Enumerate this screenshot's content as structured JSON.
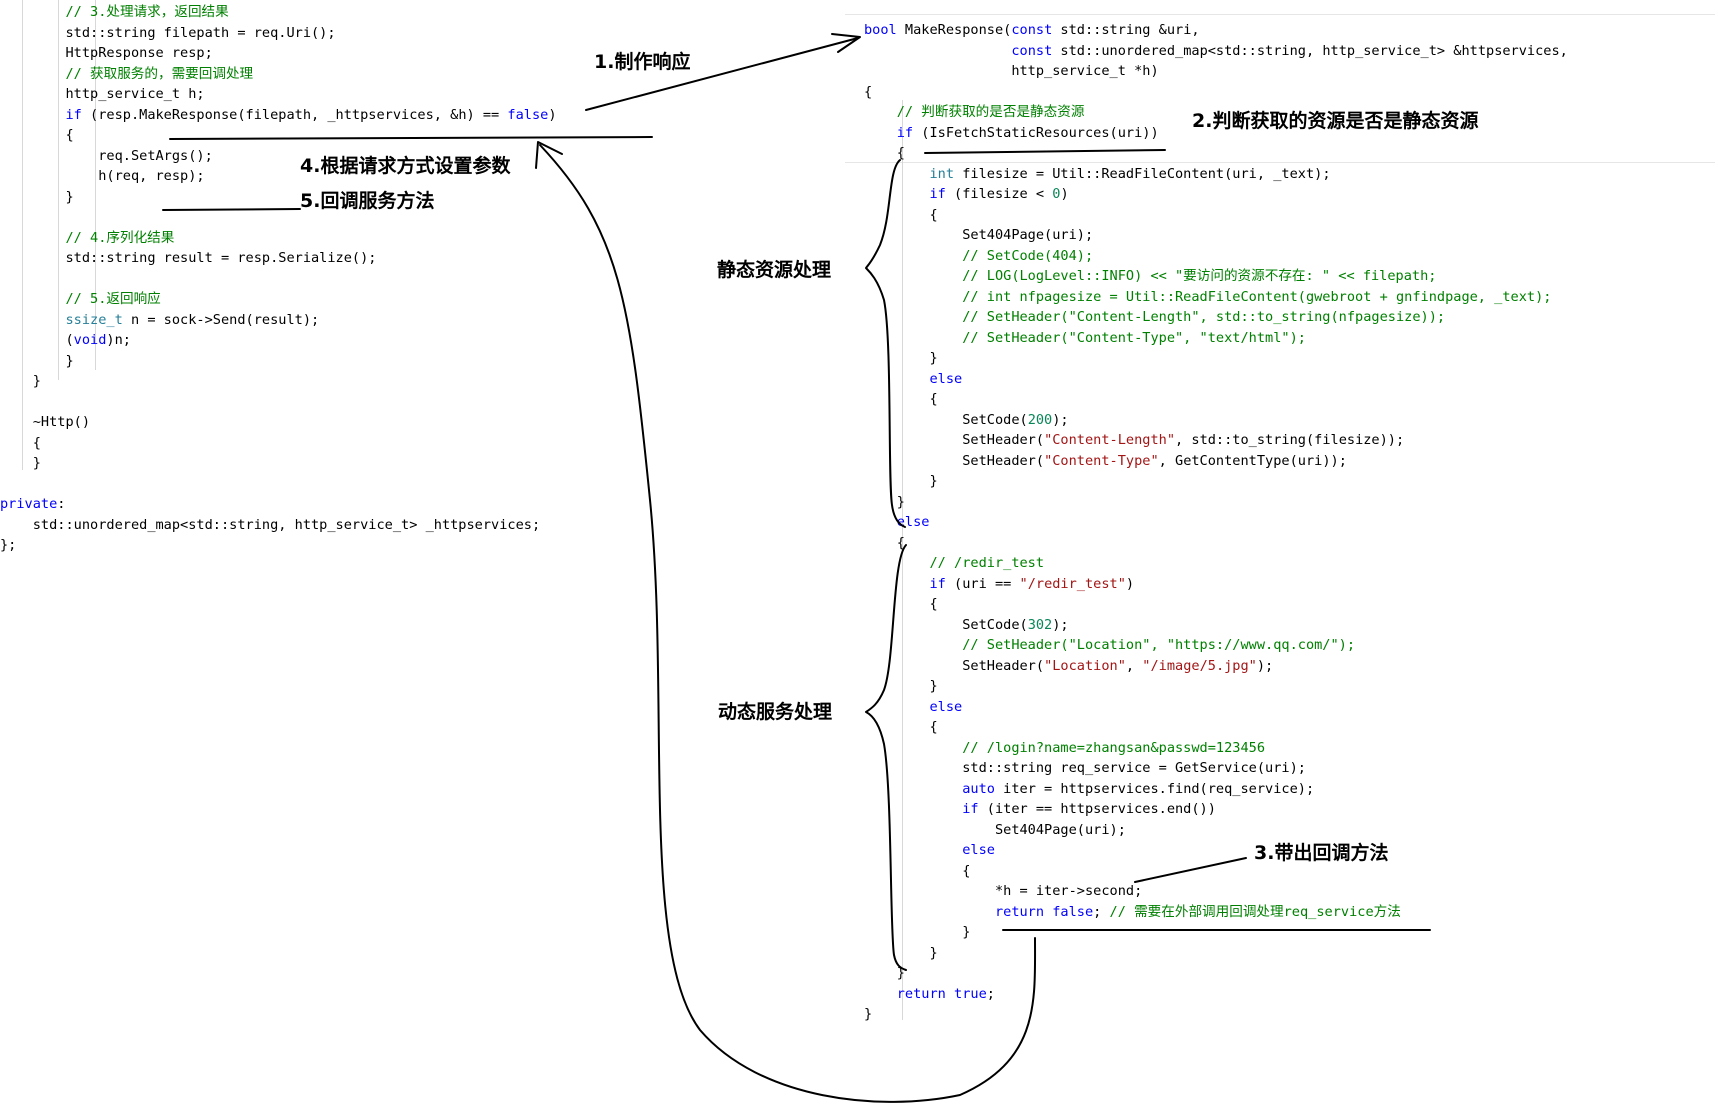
{
  "left_code": [
    [
      [
        "cm",
        "        // 3.处理请求，返回结果"
      ]
    ],
    [
      [
        "fn",
        "        std::string filepath = req.Uri();"
      ]
    ],
    [
      [
        "fn",
        "        HttpResponse resp;"
      ]
    ],
    [
      [
        "cm",
        "        // 获取服务的，需要回调处理"
      ]
    ],
    [
      [
        "fn",
        "        http_service_t h;"
      ]
    ],
    [
      [
        "kw",
        "        if"
      ],
      [
        "fn",
        " (resp.MakeResponse(filepath, _httpservices, &h) == "
      ],
      [
        "kw",
        "false"
      ],
      [
        "fn",
        ")"
      ]
    ],
    [
      [
        "fn",
        "        {"
      ]
    ],
    [
      [
        "fn",
        "            req.SetArgs();"
      ]
    ],
    [
      [
        "fn",
        "            h(req, resp);"
      ]
    ],
    [
      [
        "fn",
        "        }"
      ]
    ],
    [
      [
        "fn",
        ""
      ]
    ],
    [
      [
        "cm",
        "        // 4.序列化结果"
      ]
    ],
    [
      [
        "fn",
        "        std::string result = resp.Serialize();"
      ]
    ],
    [
      [
        "fn",
        ""
      ]
    ],
    [
      [
        "cm",
        "        // 5.返回响应"
      ]
    ],
    [
      [
        "typ",
        "        ssize_t"
      ],
      [
        "fn",
        " n = sock->Send(result);"
      ]
    ],
    [
      [
        "fn",
        "        ("
      ],
      [
        "kw",
        "void"
      ],
      [
        "fn",
        ")n;"
      ]
    ],
    [
      [
        "fn",
        "        }"
      ]
    ],
    [
      [
        "fn",
        "    }"
      ]
    ],
    [
      [
        "fn",
        ""
      ]
    ],
    [
      [
        "fn",
        "    ~Http()"
      ]
    ],
    [
      [
        "fn",
        "    {"
      ]
    ],
    [
      [
        "fn",
        "    }"
      ]
    ],
    [
      [
        "fn",
        ""
      ]
    ],
    [
      [
        "kw",
        "private"
      ],
      [
        "fn",
        ":"
      ]
    ],
    [
      [
        "fn",
        "    std::unordered_map<std::string, http_service_t> _httpservices;"
      ]
    ],
    [
      [
        "fn",
        "};"
      ]
    ]
  ],
  "right_code": [
    [
      [
        "kw",
        "bool"
      ],
      [
        "fn",
        " MakeResponse("
      ],
      [
        "kw",
        "const"
      ],
      [
        "fn",
        " std::string &uri,"
      ]
    ],
    [
      [
        "fn",
        "                  "
      ],
      [
        "kw",
        "const"
      ],
      [
        "fn",
        " std::unordered_map<std::string, http_service_t> &httpservices,"
      ]
    ],
    [
      [
        "fn",
        "                  http_service_t *h)"
      ]
    ],
    [
      [
        "fn",
        "{"
      ]
    ],
    [
      [
        "cm",
        "    // 判断获取的是否是静态资源"
      ]
    ],
    [
      [
        "kw",
        "    if"
      ],
      [
        "fn",
        " (IsFetchStaticResources(uri))"
      ]
    ],
    [
      [
        "fn",
        "    {"
      ]
    ],
    [
      [
        "typ",
        "        int"
      ],
      [
        "fn",
        " filesize = Util::ReadFileContent(uri, _text);"
      ]
    ],
    [
      [
        "kw",
        "        if"
      ],
      [
        "fn",
        " (filesize < "
      ],
      [
        "num",
        "0"
      ],
      [
        "fn",
        ")"
      ]
    ],
    [
      [
        "fn",
        "        {"
      ]
    ],
    [
      [
        "fn",
        "            Set404Page(uri);"
      ]
    ],
    [
      [
        "cm",
        "            // SetCode(404);"
      ]
    ],
    [
      [
        "cm",
        "            // LOG(LogLevel::INFO) << \"要访问的资源不存在: \" << filepath;"
      ]
    ],
    [
      [
        "cm",
        "            // int nfpagesize = Util::ReadFileContent(gwebroot + gnfindpage, _text);"
      ]
    ],
    [
      [
        "cm",
        "            // SetHeader(\"Content-Length\", std::to_string(nfpagesize));"
      ]
    ],
    [
      [
        "cm",
        "            // SetHeader(\"Content-Type\", \"text/html\");"
      ]
    ],
    [
      [
        "fn",
        "        }"
      ]
    ],
    [
      [
        "kw",
        "        else"
      ]
    ],
    [
      [
        "fn",
        "        {"
      ]
    ],
    [
      [
        "fn",
        "            SetCode("
      ],
      [
        "num",
        "200"
      ],
      [
        "fn",
        ");"
      ]
    ],
    [
      [
        "fn",
        "            SetHeader("
      ],
      [
        "str",
        "\"Content-Length\""
      ],
      [
        "fn",
        ", std::to_string(filesize));"
      ]
    ],
    [
      [
        "fn",
        "            SetHeader("
      ],
      [
        "str",
        "\"Content-Type\""
      ],
      [
        "fn",
        ", GetContentType(uri));"
      ]
    ],
    [
      [
        "fn",
        "        }"
      ]
    ],
    [
      [
        "fn",
        "    }"
      ]
    ],
    [
      [
        "kw",
        "    else"
      ]
    ],
    [
      [
        "fn",
        "    {"
      ]
    ],
    [
      [
        "cm",
        "        // /redir_test"
      ]
    ],
    [
      [
        "kw",
        "        if"
      ],
      [
        "fn",
        " (uri == "
      ],
      [
        "str",
        "\"/redir_test\""
      ],
      [
        "fn",
        ")"
      ]
    ],
    [
      [
        "fn",
        "        {"
      ]
    ],
    [
      [
        "fn",
        "            SetCode("
      ],
      [
        "num",
        "302"
      ],
      [
        "fn",
        ");"
      ]
    ],
    [
      [
        "cm",
        "            // SetHeader(\"Location\", \"https://www.qq.com/\");"
      ]
    ],
    [
      [
        "fn",
        "            SetHeader("
      ],
      [
        "str",
        "\"Location\""
      ],
      [
        "fn",
        ", "
      ],
      [
        "str",
        "\"/image/5.jpg\""
      ],
      [
        "fn",
        ");"
      ]
    ],
    [
      [
        "fn",
        "        }"
      ]
    ],
    [
      [
        "kw",
        "        else"
      ]
    ],
    [
      [
        "fn",
        "        {"
      ]
    ],
    [
      [
        "cm",
        "            // /login?name=zhangsan&passwd=123456"
      ]
    ],
    [
      [
        "fn",
        "            std::string req_service = GetService(uri);"
      ]
    ],
    [
      [
        "kw",
        "            auto"
      ],
      [
        "fn",
        " iter = httpservices.find(req_service);"
      ]
    ],
    [
      [
        "kw",
        "            if"
      ],
      [
        "fn",
        " (iter == httpservices.end())"
      ]
    ],
    [
      [
        "fn",
        "                Set404Page(uri);"
      ]
    ],
    [
      [
        "kw",
        "            else"
      ]
    ],
    [
      [
        "fn",
        "            {"
      ]
    ],
    [
      [
        "fn",
        "                *h = iter->second;"
      ]
    ],
    [
      [
        "kw",
        "                return false"
      ],
      [
        "fn",
        ";"
      ],
      [
        "cm",
        " // 需要在外部调用回调处理req_service方法"
      ]
    ],
    [
      [
        "fn",
        "            }"
      ]
    ],
    [
      [
        "fn",
        "        }"
      ]
    ],
    [
      [
        "fn",
        "    }"
      ]
    ],
    [
      [
        "kw",
        "    return true"
      ],
      [
        "fn",
        ";"
      ]
    ],
    [
      [
        "fn",
        "}"
      ]
    ]
  ],
  "annotations": {
    "make_response": "1.制作响应",
    "check_static": "2.判断获取的资源是否是静态资源",
    "bring_callback": "3.带出回调方法",
    "set_args": "4.根据请求方式设置参数",
    "callback_service": "5.回调服务方法",
    "static_handling": "静态资源处理",
    "dynamic_handling": "动态服务处理"
  }
}
